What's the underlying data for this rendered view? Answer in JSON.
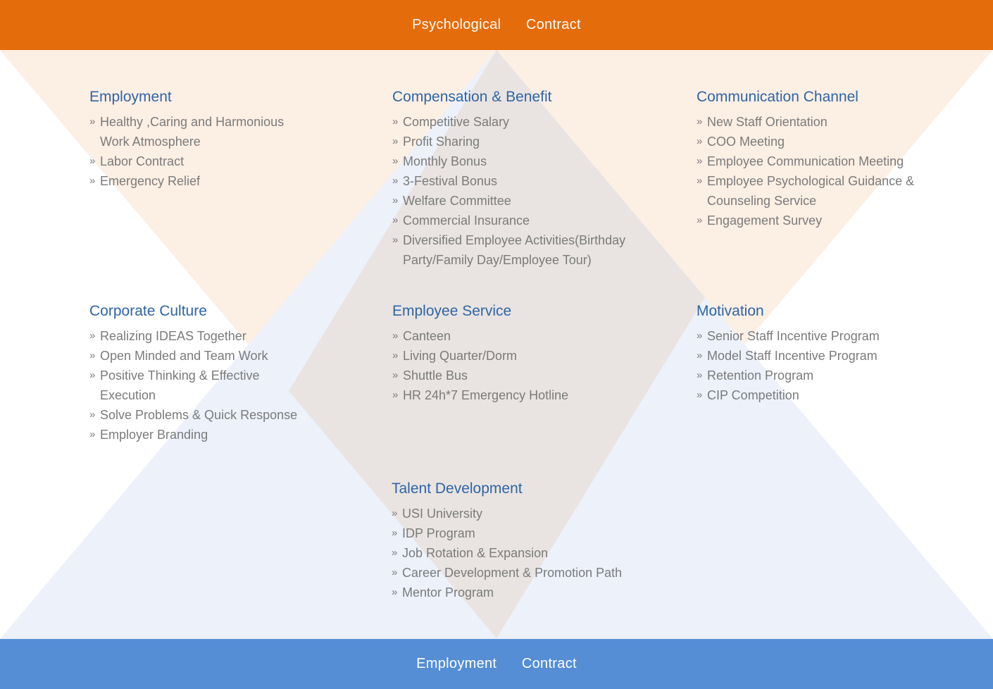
{
  "top_bar": {
    "label": "Psychological   Contract"
  },
  "bottom_bar": {
    "label": "Employment   Contract"
  },
  "bullet": "»",
  "colors": {
    "top_bar": "#e46c0a",
    "bottom_bar": "#558ed5",
    "heading": "#2f65a5",
    "item_text": "#7b7b7b",
    "top_triangle": "#fcefe4",
    "bottom_triangle": "#ecf1fa",
    "diamond": "#e9e4e1"
  },
  "sections": [
    {
      "title": "Employment",
      "items": [
        "Healthy ,Caring and Harmonious Work Atmosphere",
        "Labor Contract",
        "Emergency Relief"
      ]
    },
    {
      "title": "Compensation & Benefit",
      "items": [
        "Competitive Salary",
        "Profit Sharing",
        "Monthly Bonus",
        "3-Festival Bonus",
        "Welfare Committee",
        "Commercial Insurance",
        "Diversified Employee Activities(Birthday Party/Family Day/Employee Tour)"
      ]
    },
    {
      "title": "Communication Channel",
      "items": [
        "New Staff Orientation",
        "COO Meeting",
        "Employee Communication Meeting",
        "Employee Psychological Guidance & Counseling Service",
        "Engagement Survey"
      ]
    },
    {
      "title": "Corporate Culture",
      "items": [
        "Realizing IDEAS Together",
        "Open Minded and Team Work",
        "Positive Thinking & Effective Execution",
        "Solve Problems & Quick Response",
        "Employer Branding"
      ]
    },
    {
      "title": "Employee Service",
      "items": [
        "Canteen",
        "Living Quarter/Dorm",
        "Shuttle Bus",
        "HR 24h*7 Emergency Hotline"
      ]
    },
    {
      "title": "Motivation",
      "items": [
        "Senior Staff Incentive Program",
        "Model Staff Incentive Program",
        "Retention Program",
        "CIP Competition"
      ]
    },
    {
      "title": "Talent Development",
      "items": [
        "USI University",
        "IDP Program",
        "Job Rotation & Expansion",
        "Career Development & Promotion Path",
        "Mentor Program"
      ]
    }
  ]
}
